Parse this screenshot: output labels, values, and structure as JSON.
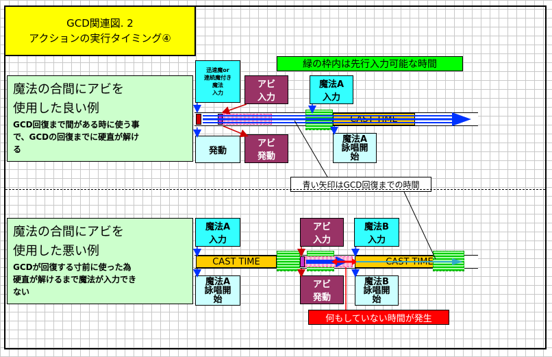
{
  "title": {
    "line1": "GCD関連図. 2",
    "line2": "アクションの実行タイミング④"
  },
  "note_green": "緑の枠内は先行入力可能な時間",
  "note_blue": "青い矢印はGCD回復までの時間",
  "note_red": "何もしていない時間が発生",
  "good": {
    "title_line1": "魔法の合間にアビを",
    "title_line2": "使用した良い例",
    "desc_line1": "GCD回復まで間がある時に使う事",
    "desc_line2": "で、GCDの回復までに硬直が解け",
    "desc_line3": "る",
    "label_top_small": "迅速魔or\n連続魔付き\n魔法\n入力",
    "abi_input": "アビ\n入力",
    "magicA_input": "魔法A\n入力",
    "cast": "CAST TIME",
    "hatsudo": "発動",
    "abi_hatsudo": "アビ\n発動",
    "magicA_chant": "魔法A\n詠唱開\n始"
  },
  "bad": {
    "title_line1": "魔法の合間にアビを",
    "title_line2": "使用した悪い例",
    "desc_line1": "GCDが回復する寸前に使った為",
    "desc_line2": "硬直が解けるまで魔法が入力でき",
    "desc_line3": "ない",
    "magicA_input": "魔法A\n入力",
    "abi_input": "アビ\n入力",
    "magicB_input": "魔法B\n入力",
    "cast1": "CAST TIME",
    "cast2": "CAST TIME",
    "magicA_chant": "魔法A\n詠唱開\n始",
    "abi_hatsudo": "アビ\n発動",
    "magicB_chant": "魔法B\n詠唱開\n始"
  },
  "colors": {
    "blue_arrow": "#0033ff",
    "green_zone": "#00cc00",
    "pink": "#ff66cc",
    "red": "#ff0000",
    "cast": "#ffcc00"
  }
}
